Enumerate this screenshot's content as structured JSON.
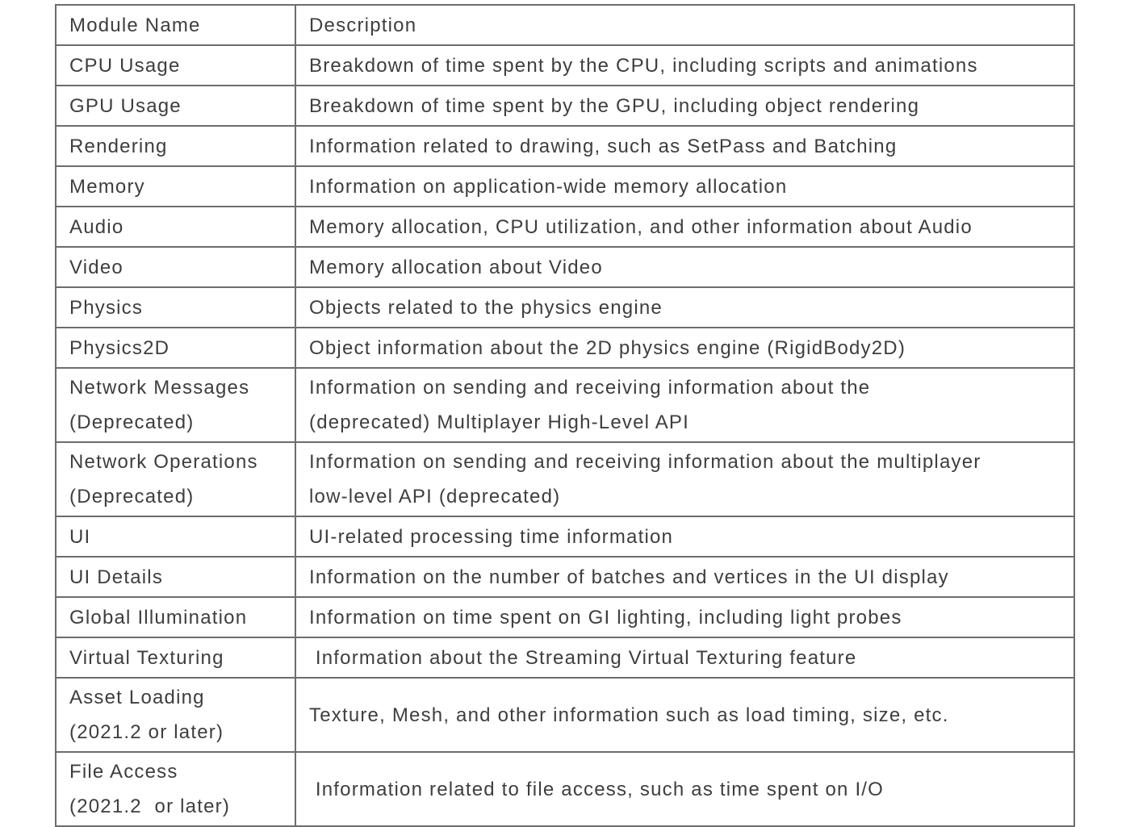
{
  "page": {
    "background_color": "#ffffff",
    "border_color": "#6d6d6d",
    "text_color": "#3e3e3e"
  },
  "table": {
    "headers": [
      "Module Name",
      "Description"
    ],
    "rows": [
      {
        "module": "CPU Usage",
        "description": "Breakdown of time spent by the CPU, including scripts and animations"
      },
      {
        "module": "GPU Usage",
        "description": "Breakdown of time spent by the GPU, including object rendering"
      },
      {
        "module": "Rendering",
        "description": "Information related to drawing, such as SetPass and Batching"
      },
      {
        "module": "Memory",
        "description": "Information on application-wide memory allocation"
      },
      {
        "module": "Audio",
        "description": "Memory allocation, CPU utilization, and other information about Audio"
      },
      {
        "module": "Video",
        "description": "Memory allocation about Video"
      },
      {
        "module": "Physics",
        "description": "Objects related to the physics engine"
      },
      {
        "module": "Physics2D",
        "description": "Object information about the 2D physics engine (RigidBody2D)"
      },
      {
        "module": "Network Messages\n(Deprecated)",
        "description": "Information on sending and receiving information about the\n(deprecated) Multiplayer High-Level API"
      },
      {
        "module": "Network Operations\n(Deprecated)",
        "description": "Information on sending and receiving information about the multiplayer\nlow-level API (deprecated)"
      },
      {
        "module": "UI",
        "description": "UI-related processing time information"
      },
      {
        "module": "UI Details",
        "description": "Information on the number of batches and vertices in the UI display"
      },
      {
        "module": "Global Illumination",
        "description": "Information on time spent on GI lighting, including light probes"
      },
      {
        "module": "Virtual Texturing",
        "description": " Information about the Streaming Virtual Texturing feature"
      },
      {
        "module": "Asset Loading\n(2021.2 or later)",
        "description": "Texture, Mesh, and other information such as load timing, size, etc."
      },
      {
        "module": "File Access\n(2021.2  or later)",
        "description": " Information related to file access, such as time spent on I/O"
      }
    ]
  }
}
